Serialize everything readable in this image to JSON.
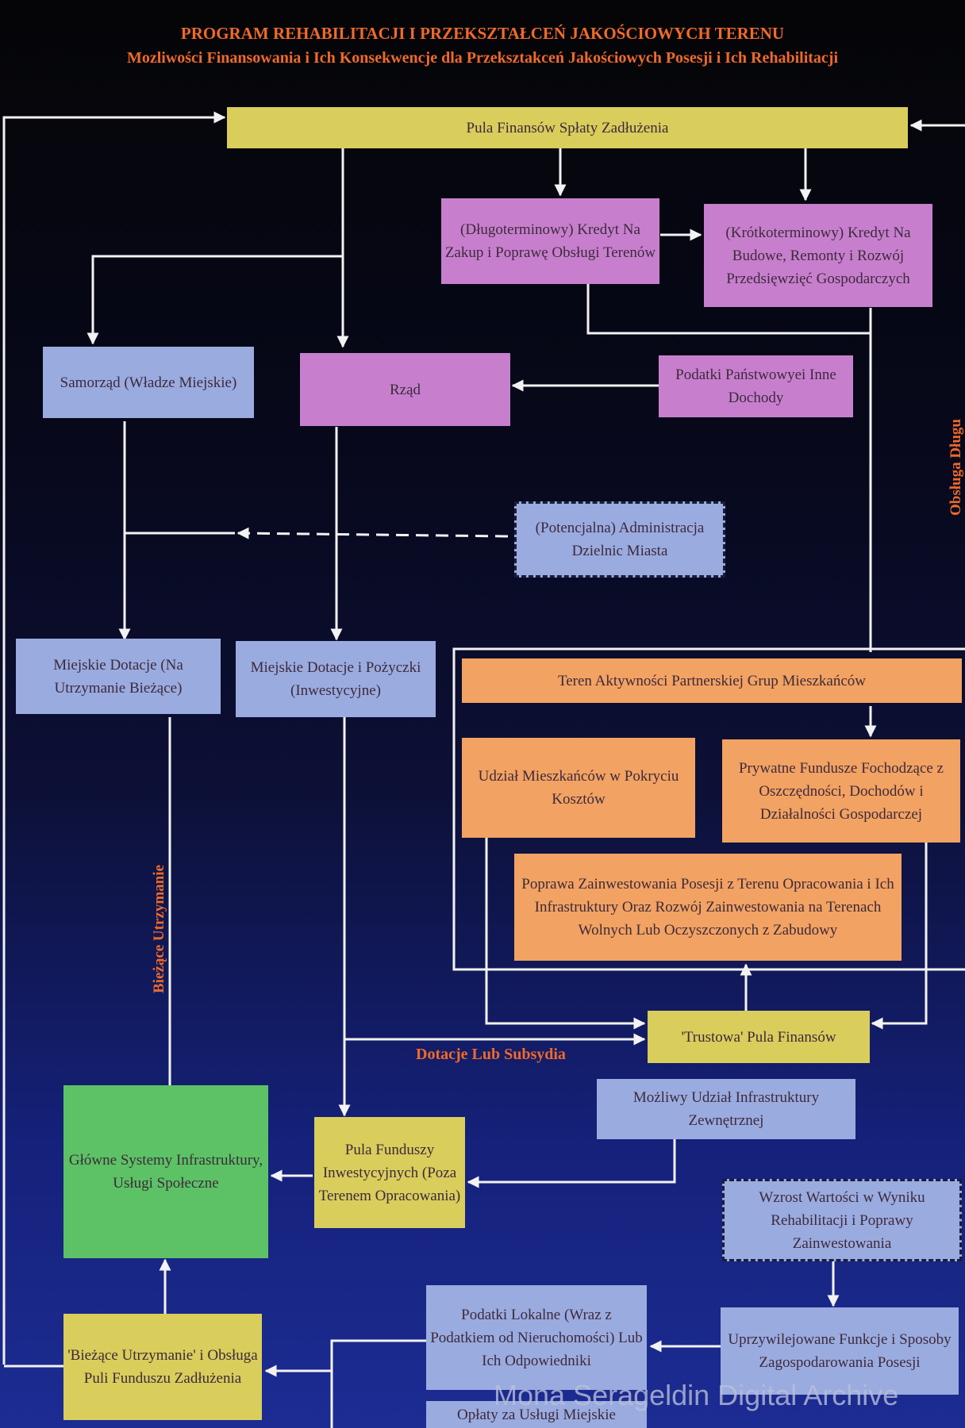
{
  "title": "PROGRAM REHABILITACJI I PRZEKSZTAŁCEŃ JAKOŚCIOWYCH TERENU",
  "subtitle": "Mozliwości Finansowania i Ich Konsekwencje dla Przeksztakceń Jakościowych Posesji i Ich Rehabilitacji",
  "nodes": {
    "pula_splaty": "Pula Finansów Spłaty Zadłużenia",
    "kredyt_dlugo": "(Długoterminowy) Kredyt Na Zakup i Poprawę Obsługi Terenów",
    "kredyt_krotko": "(Krótkoterminowy) Kredyt Na Budowe, Remonty i Rozwój Przedsięwzięć Gospodarczych",
    "samorzad": "Samorząd (Władze Miejskie)",
    "rzad": "Rząd",
    "podatki_panstwowe": "Podatki Państwowyei Inne Dochody",
    "administracja": "(Potencjalna) Administracja Dzielnic Miasta",
    "dotacje_biezace": "Miejskie Dotacje (Na Utrzymanie Bieżące)",
    "dotacje_inwest": "Miejskie Dotacje i Pożyczki (Inwestycyjne)",
    "teren_aktywnosci": "Teren Aktywności Partnerskiej Grup Mieszkańców",
    "udzial_mieszkancow": "Udział Mieszkańców w Pokryciu Kosztów",
    "prywatne_fundusze": "Prywatne Fundusze Fochodzące z Oszczędności, Dochodów i Działalności Gospodarczej",
    "poprawa": "Poprawa Zainwestowania Posesji z Terenu Opracowania i Ich Infrastruktury Oraz Rozwój Zainwestowania na Terenach Wolnych Lub Oczyszczonych z Zabudowy",
    "trustowa": "'Trustowa' Pula Finansów",
    "mozliwy_udzial": "Możliwy Udział Infrastruktury Zewnętrznej",
    "glowne_systemy": "Główne Systemy Infrastruktury, Usługi Społeczne",
    "pula_funduszy": "Pula Funduszy Inwestycyjnych (Poza Terenem Opracowania)",
    "wzrost_wartosci": "Wzrost Wartości w Wyniku Rehabilitacji i Poprawy Zainwestowania",
    "biezace_utrzymanie": "'Bieżące Utrzymanie' i Obsługa Puli Funduszu Zadłużenia",
    "podatki_lokalne": "Podatki Lokalne (Wraz z Podatkiem od Nieruchomości) Lub Ich Odpowiedniki",
    "uprzywilejowane": "Uprzywilejowane Funkcje i Sposoby Zagospodarowania Posesji",
    "oplaty": "Opłaty za Usługi Miejskie"
  },
  "labels": {
    "biezace": "Bieżące Utrzymanie",
    "dotacje_subsydia": "Dotacje Lub Subsydia",
    "obsluga_dlugu": "Obsługa Długu"
  },
  "watermark": "Mona Serageldin Digital Archive",
  "colors": {
    "title": "#f06a28",
    "yellow": "#d9cd5c",
    "purple": "#c77fcd",
    "blue": "#9aabdf",
    "orange": "#f2a262",
    "green": "#5cc265",
    "line": "#f2f2f2"
  }
}
